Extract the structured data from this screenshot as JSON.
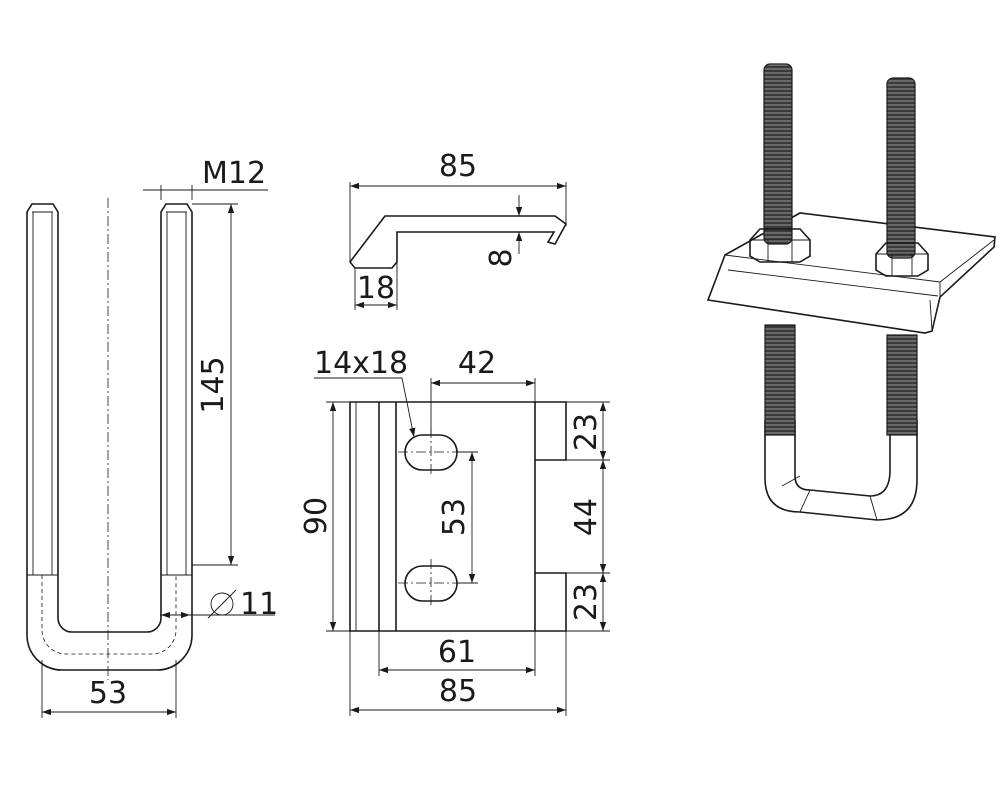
{
  "dimensions": {
    "thread": "M12",
    "bolt_height": "145",
    "bolt_diameter": "11",
    "bolt_width": "53",
    "clamp_length": "85",
    "clamp_thickness": "8",
    "clamp_lip": "18",
    "slot_size": "14x18",
    "slot_offset": "42",
    "plate_height": "90",
    "slot_spacing": "53",
    "notch_top": "23",
    "notch_gap": "44",
    "notch_bottom": "23",
    "inner_width": "61",
    "plate_width": "85"
  },
  "colors": {
    "line": "#1a1a1a",
    "background": "#ffffff"
  }
}
